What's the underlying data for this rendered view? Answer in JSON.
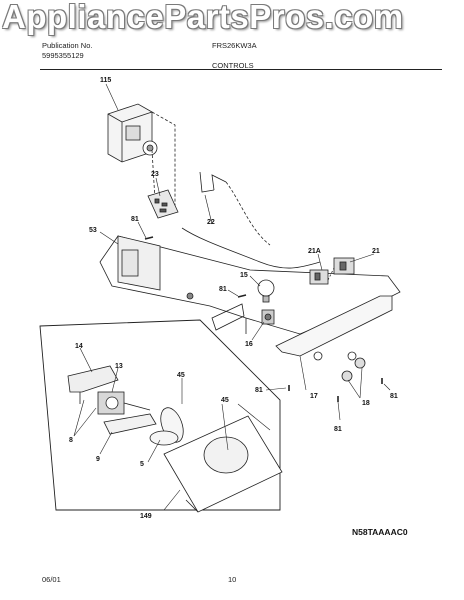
{
  "watermark": "AppliancePartsPros.com",
  "header": {
    "publication_label": "Publication No.",
    "publication_number": "5995355129",
    "model": "FRS26KW3A",
    "section": "CONTROLS"
  },
  "callouts": {
    "c115": "115",
    "c23": "23",
    "c22": "22",
    "c81a": "81",
    "c53": "53",
    "c21a": "21A",
    "c21": "21",
    "c15": "15",
    "c81b": "81",
    "c16": "16",
    "c14": "14",
    "c13": "13",
    "c45a": "45",
    "c8": "8",
    "c9": "9",
    "c5": "5",
    "c45b": "45",
    "c149": "149",
    "c81c": "81",
    "c17": "17",
    "c18": "18",
    "c81d": "81",
    "c81e": "81"
  },
  "diagram_code": "N58TAAAAC0",
  "footer": {
    "date": "06/01",
    "page": "10"
  }
}
